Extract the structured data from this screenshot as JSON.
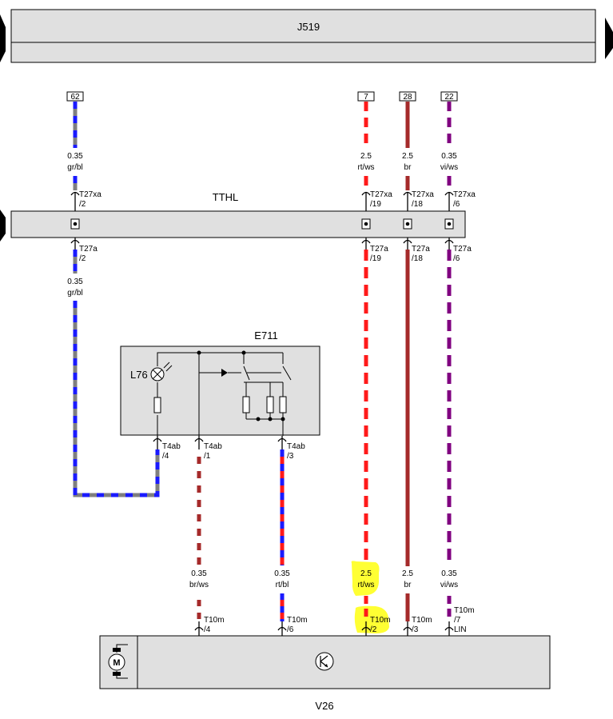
{
  "components": {
    "control_unit": "J519",
    "harness": "TTHL",
    "switch_unit": "E711",
    "lamp": "L76",
    "motor": "V26"
  },
  "pins_top": [
    "62",
    "7",
    "28",
    "22"
  ],
  "wires": {
    "gr_bl": {
      "size": "0.35",
      "color": "gr/bl"
    },
    "rt_ws": {
      "size": "2.5",
      "color": "rt/ws"
    },
    "br": {
      "size": "2.5",
      "color": "br"
    },
    "vi_ws": {
      "size": "0.35",
      "color": "vi/ws"
    },
    "br_ws": {
      "size": "0.35",
      "color": "br/ws"
    },
    "rt_bl": {
      "size": "0.35",
      "color": "rt/bl"
    }
  },
  "connectors": {
    "t27xa": {
      "name": "T27xa",
      "pins": [
        "/2",
        "/19",
        "/18",
        "/6"
      ]
    },
    "t27a": {
      "name": "T27a",
      "pins": [
        "/2",
        "/19",
        "/18",
        "/6"
      ]
    },
    "t4ab": {
      "name": "T4ab",
      "pins": [
        "/4",
        "/1",
        "/3"
      ]
    },
    "t10m": {
      "name": "T10m",
      "pins": [
        "/4",
        "/6",
        "/2",
        "/3",
        "/7"
      ],
      "lin": "LIN"
    }
  },
  "symbols": {
    "motor_letter": "M"
  },
  "colors": {
    "grey": "#7f7f7f",
    "blue": "#1a1aff",
    "red": "#ff1a1a",
    "brown": "#a52a2a",
    "violet": "#800080",
    "white": "#ffffff",
    "highlight": "#ffff33",
    "box_fill": "#e0e0e0"
  }
}
